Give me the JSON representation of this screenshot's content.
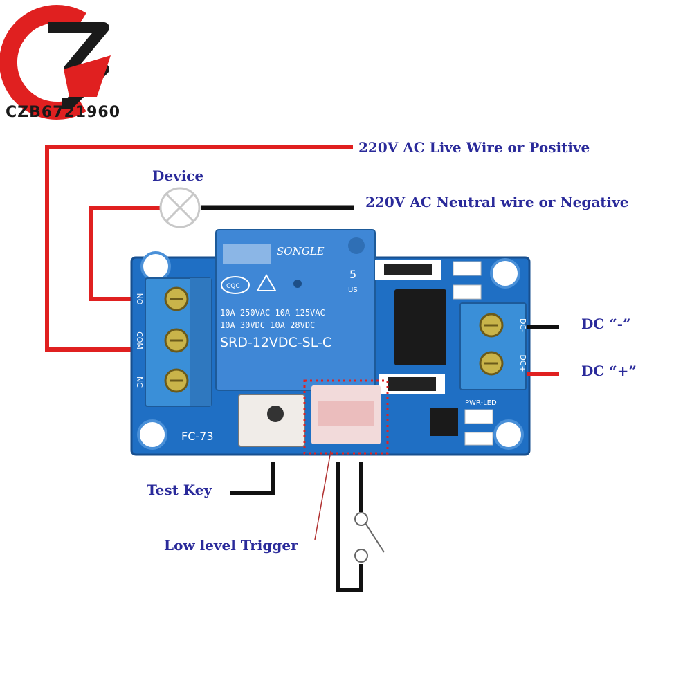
{
  "brand": {
    "text": "CZB6721960",
    "colors": {
      "red": "#e02020",
      "black": "#1a1a1a"
    }
  },
  "labels": {
    "live": "220V AC Live Wire or Positive",
    "device": "Device",
    "neutral": "220V AC Neutral wire or Negative",
    "dc_minus": "DC “-”",
    "dc_plus": "DC “+”",
    "test_key": "Test Key",
    "low_trigger": "Low level Trigger"
  },
  "relay": {
    "brand": "SONGLE",
    "cqc": "CQC",
    "number": "5",
    "us": "US",
    "ratings": [
      "10A 250VAC 10A 125VAC",
      "10A 30VDC  10A 28VDC"
    ],
    "model": "SRD-12VDC-SL-C"
  },
  "board": {
    "model": "FC-73",
    "terminals_left": [
      "NO",
      "COM",
      "NC"
    ],
    "terminals_right": [
      "DC-",
      "DC+"
    ],
    "pwr_led": "PWR-LED"
  },
  "colors": {
    "label_blue": "#2a2a9a",
    "wire_red": "#e02020",
    "wire_black": "#111111",
    "pcb_blue": "#1f6fc4",
    "relay_blue": "#3f87d6",
    "terminal_blue": "#3a8fd8"
  }
}
